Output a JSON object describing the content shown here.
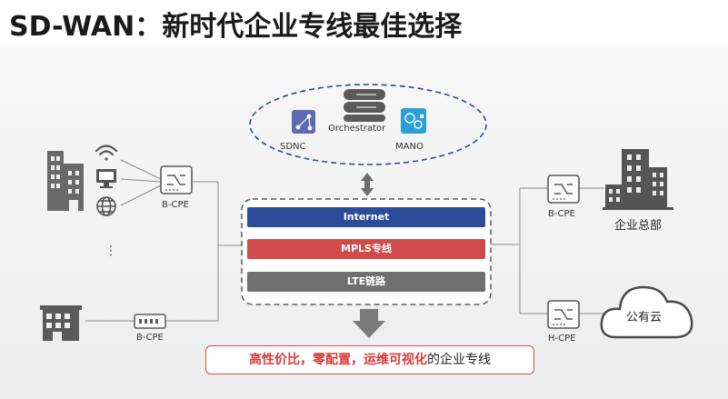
{
  "title": "SD-WAN：新时代企业专线最佳选择",
  "orchestration": {
    "sdnc_label": "SDNC",
    "orchestrator_label": "Orchestrator",
    "mano_label": "MANO"
  },
  "links": [
    {
      "label": "Internet",
      "color": "#2b4c9b"
    },
    {
      "label": "MPLS专线",
      "color": "#d24a4a"
    },
    {
      "label": "LTE链路",
      "color": "#707070"
    }
  ],
  "branch": {
    "top_cpe_label": "B-CPE",
    "bottom_cpe_label": "B-CPE",
    "ellipsis": "⋮"
  },
  "hq": {
    "cpe_label": "B-CPE",
    "site_label": "企业总部"
  },
  "cloud": {
    "cpe_label": "H-CPE",
    "site_label": "公有云"
  },
  "summary": {
    "highlight": "高性价比，零配置，运维可视化",
    "rest": "的企业专线"
  },
  "colors": {
    "accent_blue": "#2b4c9b",
    "accent_red": "#d24a4a",
    "accent_gray": "#707070",
    "dashed_ellipse": "#2b4c9b"
  }
}
